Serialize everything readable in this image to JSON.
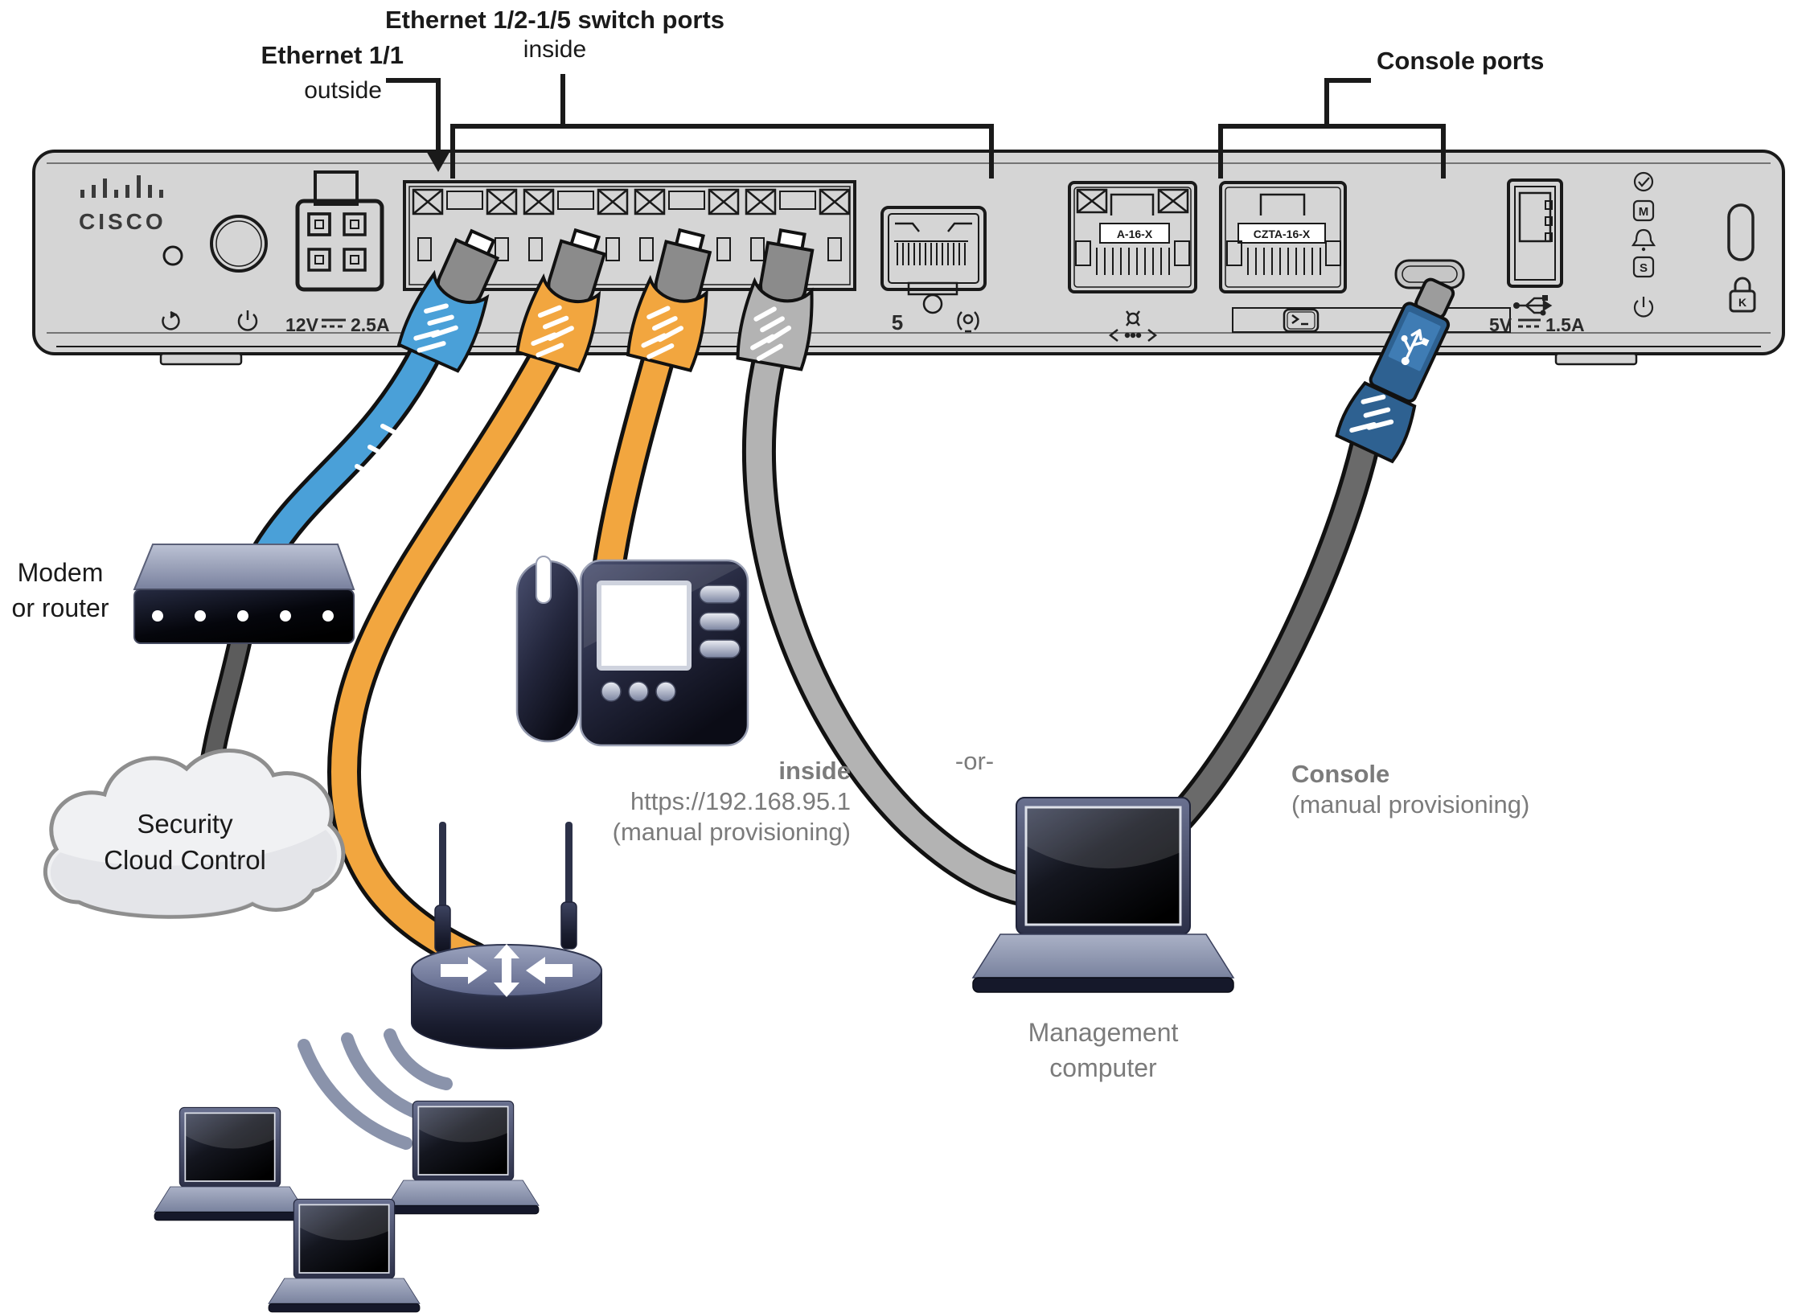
{
  "diagram": {
    "title_switch_ports": "Ethernet 1/2-1/5 switch ports",
    "subtitle_switch_ports": "inside",
    "title_eth11": "Ethernet 1/1",
    "subtitle_eth11": "outside",
    "title_console_ports": "Console ports",
    "inside_callout": {
      "label": "inside",
      "url": "https://192.168.95.1",
      "note": "(manual provisioning)"
    },
    "or_text": "-or-",
    "console_callout": {
      "label": "Console",
      "note": "(manual provisioning)"
    },
    "modem": {
      "line1": "Modem",
      "line2": "or router"
    },
    "cloud": {
      "line1": "Security",
      "line2": "Cloud Control"
    },
    "management": {
      "line1": "Management",
      "line2": "computer"
    },
    "firewall": {
      "brand": "CISCO",
      "power_volts": "12V",
      "power_amps": "2.5A",
      "usb_volts": "5V",
      "usb_amps": "1.5A",
      "sfp_port_number": "5",
      "mgmt_port_plate": "A-16-X",
      "console_port_plate": "CZTA-16-X",
      "led_m": "M",
      "led_s": "S",
      "lock_letter": "K"
    },
    "colors": {
      "outside_cable": "#4aa0d8",
      "inside_cable": "#f2a63f",
      "mgmt_cable": "#b3b3b3",
      "console_cable": "#6a6a6a",
      "usb_connector": "#2e6191",
      "chassis": "#d5d5d5",
      "annotation": "#1a1a1a",
      "callout_gray": "#7b7b7b"
    }
  }
}
